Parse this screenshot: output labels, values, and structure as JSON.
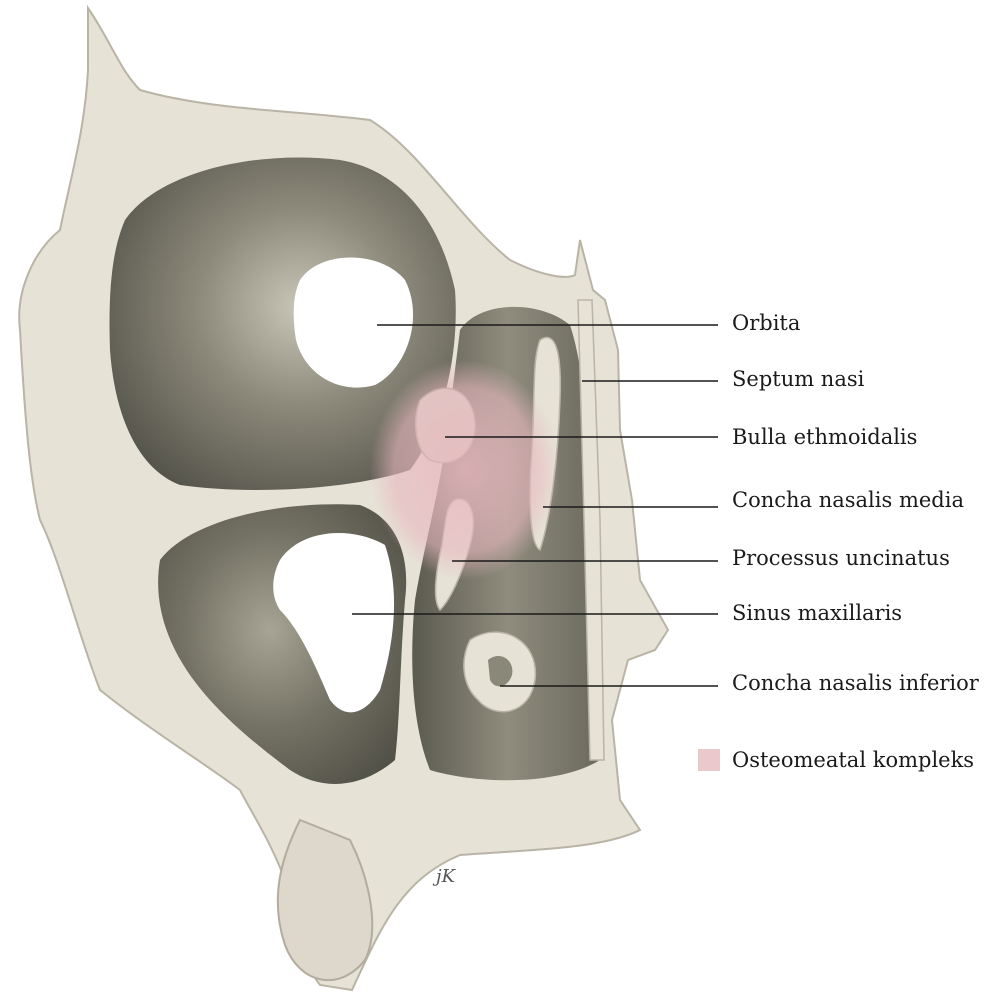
{
  "labels": [
    {
      "id": "orbita",
      "text": "Orbita"
    },
    {
      "id": "septum",
      "text": "Septum nasi"
    },
    {
      "id": "bulla",
      "text": "Bulla ethmoidalis"
    },
    {
      "id": "concha-media",
      "text": "Concha nasalis media"
    },
    {
      "id": "uncinatus",
      "text": "Processus uncinatus"
    },
    {
      "id": "sinus",
      "text": "Sinus maxillaris"
    },
    {
      "id": "concha-inferior",
      "text": "Concha nasalis inferior"
    }
  ],
  "legend": {
    "text": "Osteomeatal kompleks",
    "color": "#eac9cc"
  },
  "colors": {
    "bone": "#e6e2d6",
    "bone_edge": "#b9b4a5",
    "cavity_dark": "#5e5d52",
    "cavity_mid": "#858373",
    "cavity_light": "#a9a698",
    "highlight": "#e8b8bf"
  },
  "signature_text": "jK"
}
